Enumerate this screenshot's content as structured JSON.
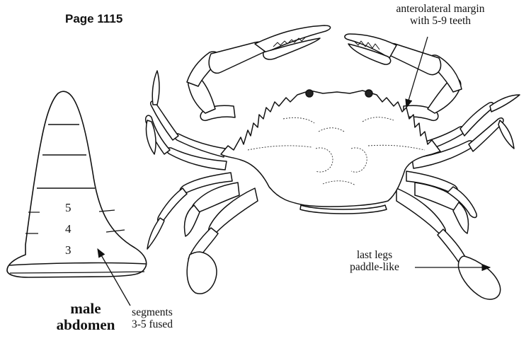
{
  "page": {
    "label": "Page 1115"
  },
  "annotations": {
    "margin_line1": "anterolateral margin",
    "margin_line2": "with 5-9 teeth",
    "legs_line1": "last legs",
    "legs_line2": "paddle-like",
    "segments_line1": "segments",
    "segments_line2": "3-5 fused"
  },
  "abdomen": {
    "title_line1": "male",
    "title_line2": "abdomen",
    "segment_numbers": [
      "5",
      "4",
      "3"
    ]
  },
  "icons": {
    "crab": "crab-illustration-icon",
    "abdomen": "male-abdomen-outline-icon",
    "arrow": "pointer-arrow-icon"
  }
}
